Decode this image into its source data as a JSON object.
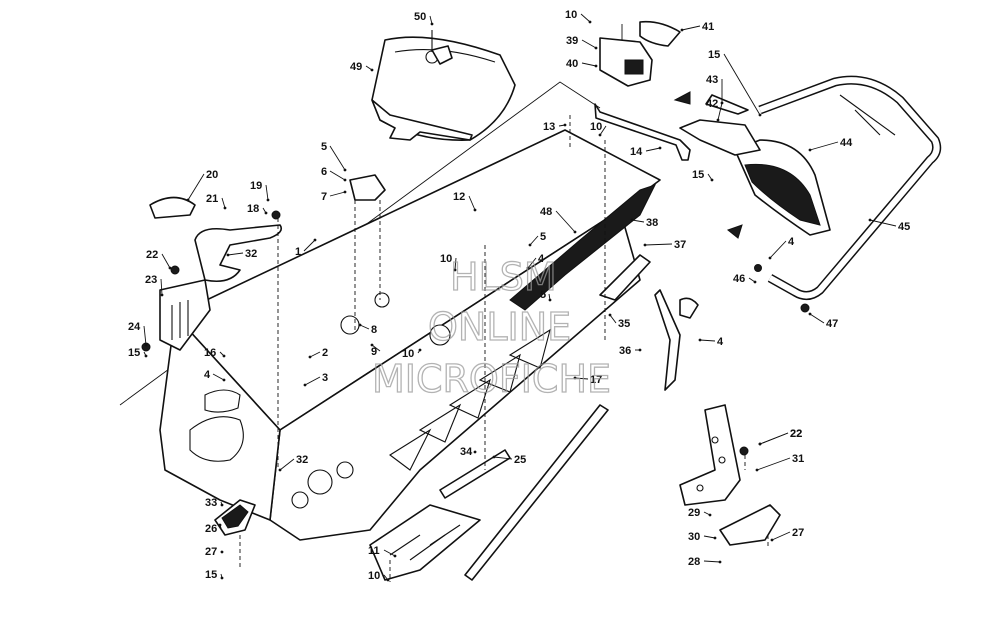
{
  "diagram": {
    "watermark": [
      "HLSM",
      "ONLINE",
      "MICROFICHE"
    ],
    "callouts": [
      "50",
      "49",
      "10",
      "39",
      "40",
      "41",
      "15",
      "43",
      "42",
      "44",
      "13",
      "10",
      "14",
      "15",
      "38",
      "5",
      "6",
      "7",
      "12",
      "48",
      "37",
      "19",
      "20",
      "21",
      "18",
      "1",
      "22",
      "32",
      "23",
      "10",
      "4",
      "5",
      "5",
      "45",
      "4",
      "46",
      "47",
      "8",
      "9",
      "10",
      "35",
      "4",
      "36",
      "22",
      "24",
      "15",
      "16",
      "4",
      "2",
      "3",
      "17",
      "32",
      "34",
      "25",
      "33",
      "26",
      "27",
      "15",
      "11",
      "10",
      "22",
      "31",
      "29",
      "30",
      "27",
      "28"
    ]
  }
}
